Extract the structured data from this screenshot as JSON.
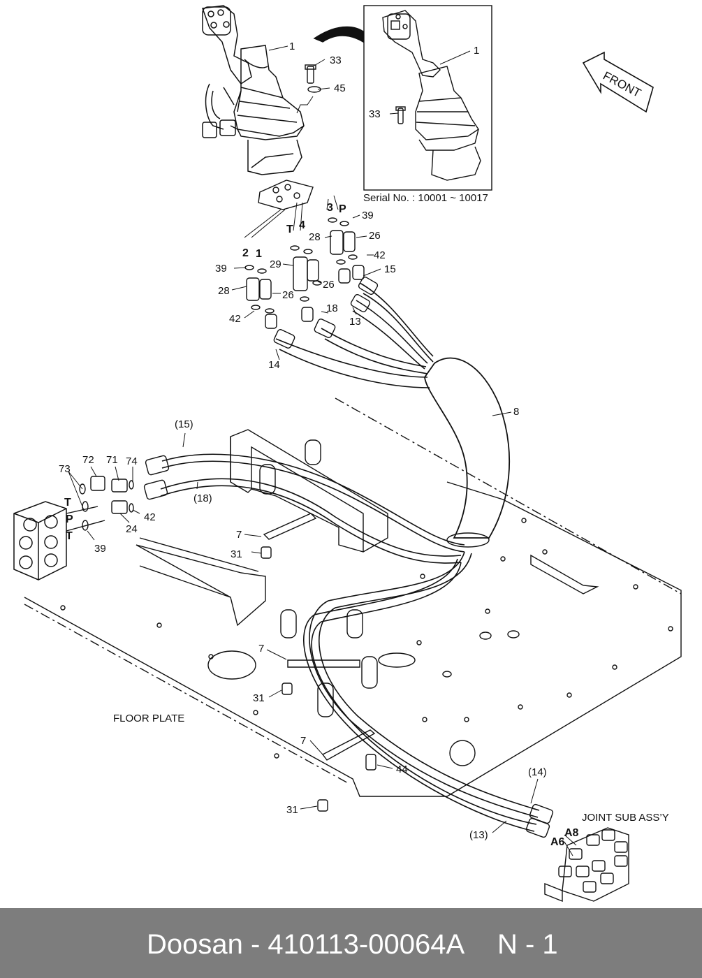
{
  "footer": {
    "brand_part": "Doosan - 410113-00064A",
    "page": "N - 1"
  },
  "inset": {
    "serial": "Serial No. : 10001 ~ 10017",
    "labels": [
      "1",
      "33"
    ]
  },
  "front": "FRONT",
  "floor_plate": "FLOOR PLATE",
  "joint": "JOINT SUB ASS’Y",
  "callouts": {
    "c1": "1",
    "c33": "33",
    "c45": "45",
    "c3": "3",
    "cP": "P",
    "c39a": "39",
    "cT": "T",
    "c4": "4",
    "c28a": "28",
    "c26a": "26",
    "c2": "2",
    "c1b": "1",
    "c42a": "42",
    "c15": "15",
    "c39b": "39",
    "c29": "29",
    "c28b": "28",
    "c26b": "26",
    "c26c": "26",
    "c18": "18",
    "c13": "13",
    "c42b": "42",
    "c14": "14",
    "c8": "8",
    "c15p": "(15)",
    "c72": "72",
    "c71": "71",
    "c74": "74",
    "c73": "73",
    "cT1": "T",
    "cP1": "P",
    "cT2": "T",
    "c18p": "(18)",
    "c42c": "42",
    "c24": "24",
    "c39c": "39",
    "c7a": "7",
    "c31a": "31",
    "c7b": "7",
    "c31b": "31",
    "c7c": "7",
    "c44": "44",
    "c31c": "31",
    "c14p": "(14)",
    "c13p": "(13)",
    "cA8": "A8",
    "cA6": "A6"
  }
}
